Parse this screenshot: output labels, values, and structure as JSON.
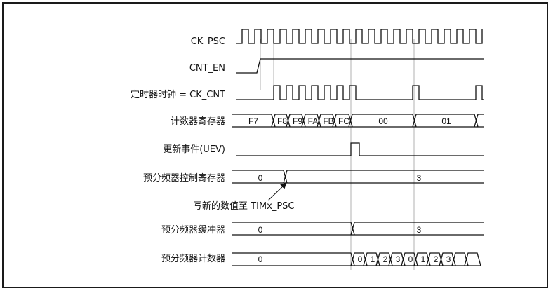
{
  "signals": {
    "ck_psc": "CK_PSC",
    "cnt_en": "CNT_EN",
    "ck_cnt": "定时器时钟 = CK_CNT",
    "counter_reg": "计数器寄存器",
    "uev": "更新事件(UEV)",
    "psc_ctrl": "预分频器控制寄存器",
    "psc_buf": "预分频器缓冲器",
    "psc_cnt": "预分频器计数器"
  },
  "counter_values": [
    "F7",
    "F8",
    "F9",
    "FA",
    "FB",
    "FC",
    "00",
    "01"
  ],
  "psc_ctrl_values": [
    "0",
    "3"
  ],
  "psc_buf_values": [
    "0",
    "3"
  ],
  "psc_cnt_values": [
    "0",
    "0",
    "1",
    "2",
    "3",
    "0",
    "1",
    "2",
    "3"
  ],
  "annotation": "写新的数值至 TIMx_PSC"
}
